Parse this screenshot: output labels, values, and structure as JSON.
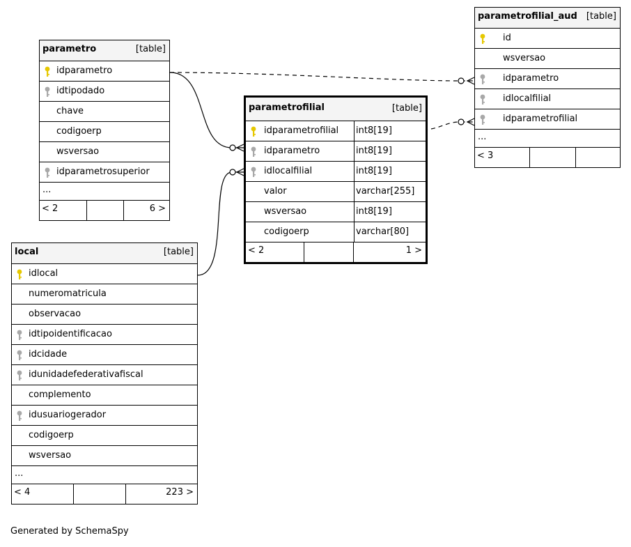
{
  "tables": {
    "parametro": {
      "name": "parametro",
      "type": "[table]",
      "columns": [
        {
          "name": "idparametro",
          "key": "primary"
        },
        {
          "name": "idtipodado",
          "key": "foreign"
        },
        {
          "name": "chave",
          "key": "none"
        },
        {
          "name": "codigoerp",
          "key": "none"
        },
        {
          "name": "wsversao",
          "key": "none"
        },
        {
          "name": "idparametrosuperior",
          "key": "foreign"
        }
      ],
      "more": "...",
      "footer_left": "< 2",
      "footer_right": "6 >"
    },
    "local": {
      "name": "local",
      "type": "[table]",
      "columns": [
        {
          "name": "idlocal",
          "key": "primary"
        },
        {
          "name": "numeromatricula",
          "key": "none"
        },
        {
          "name": "observacao",
          "key": "none"
        },
        {
          "name": "idtipoidentificacao",
          "key": "foreign"
        },
        {
          "name": "idcidade",
          "key": "foreign"
        },
        {
          "name": "idunidadefederativafiscal",
          "key": "foreign"
        },
        {
          "name": "complemento",
          "key": "none"
        },
        {
          "name": "idusuariogerador",
          "key": "foreign"
        },
        {
          "name": "codigoerp",
          "key": "none"
        },
        {
          "name": "wsversao",
          "key": "none"
        }
      ],
      "more": "...",
      "footer_left": "< 4",
      "footer_right": "223 >"
    },
    "parametrofilial": {
      "name": "parametrofilial",
      "type": "[table]",
      "columns": [
        {
          "name": "idparametrofilial",
          "key": "primary",
          "type": "int8[19]"
        },
        {
          "name": "idparametro",
          "key": "foreign",
          "type": "int8[19]"
        },
        {
          "name": "idlocalfilial",
          "key": "foreign",
          "type": "int8[19]"
        },
        {
          "name": "valor",
          "key": "none",
          "type": "varchar[255]"
        },
        {
          "name": "wsversao",
          "key": "none",
          "type": "int8[19]"
        },
        {
          "name": "codigoerp",
          "key": "none",
          "type": "varchar[80]"
        }
      ],
      "footer_left": "< 2",
      "footer_right": "1 >"
    },
    "parametrofilial_aud": {
      "name": "parametrofilial_aud",
      "type": "[table]",
      "columns": [
        {
          "name": "id",
          "key": "primary"
        },
        {
          "name": "wsversao",
          "key": "none"
        },
        {
          "name": "idparametro",
          "key": "foreign"
        },
        {
          "name": "idlocalfilial",
          "key": "foreign"
        },
        {
          "name": "idparametrofilial",
          "key": "foreign"
        }
      ],
      "more": "...",
      "footer_left": "< 3",
      "footer_right": ""
    }
  },
  "colors": {
    "primary_key": "#e6c800",
    "foreign_key": "#a8a8a8",
    "header_bg": "#f4f4f4"
  },
  "footer_text": "Generated by SchemaSpy"
}
